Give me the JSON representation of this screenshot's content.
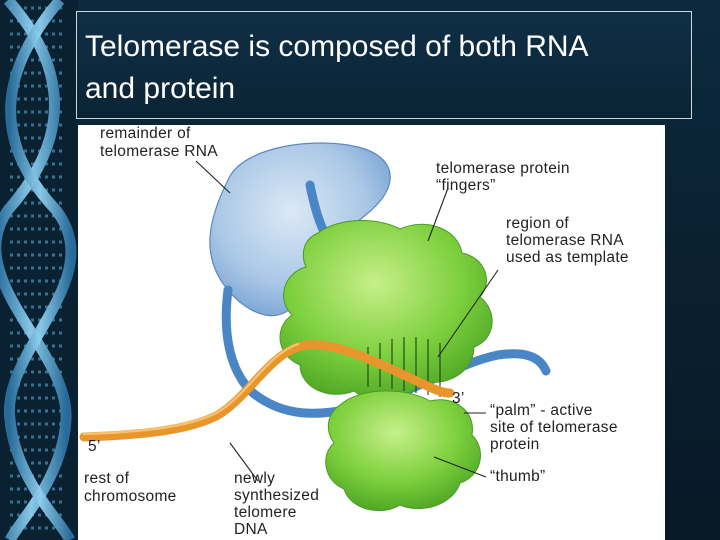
{
  "slide": {
    "title_line1": "Telomerase is composed of both RNA",
    "title_line2": "and protein"
  },
  "diagram": {
    "labels": {
      "remainder_rna_1": "remainder of",
      "remainder_rna_2": "telomerase RNA",
      "fingers_1": "telomerase protein",
      "fingers_2": "“fingers”",
      "template_1": "region of",
      "template_2": "telomerase RNA",
      "template_3": "used as template",
      "three_prime": "3’",
      "palm_1": "“palm” - active",
      "palm_2": "site of telomerase",
      "palm_3": "protein",
      "five_prime": "5’",
      "thumb": "“thumb”",
      "chromosome_1": "rest of",
      "chromosome_2": "chromosome",
      "newdna_1": "newly",
      "newdna_2": "synthesized",
      "newdna_3": "telomere",
      "newdna_4": "DNA"
    },
    "colors": {
      "rna_blob": "#a9c7e6",
      "rna_strand": "#4a86c6",
      "protein": "#7ccf3c",
      "protein_dark": "#3f9a1e",
      "dna": "#e8962c"
    }
  }
}
